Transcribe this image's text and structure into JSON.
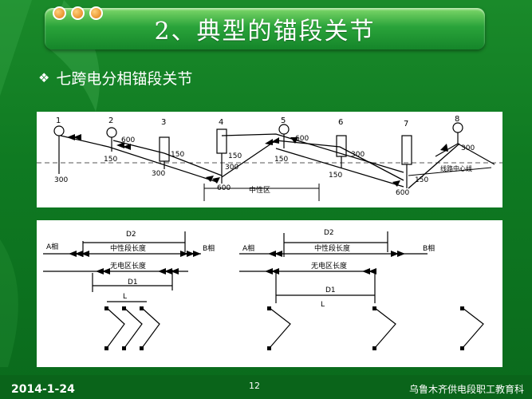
{
  "title": "2、典型的锚段关节",
  "subtitle": "七跨电分相锚段关节",
  "upper": {
    "pole_labels": [
      "1",
      "2",
      "3",
      "4",
      "5",
      "6",
      "7",
      "8"
    ],
    "heights": [
      "600",
      "150",
      "150",
      "300",
      "600",
      "150",
      "300",
      "300",
      "600",
      "150",
      "300",
      "300",
      "150",
      "600",
      "150"
    ],
    "neutral_zone": "中性区",
    "centerline": "线路中心线"
  },
  "lower_left": {
    "phase_a": "A相",
    "phase_b": "B相",
    "d2": "D2",
    "neutral_len": "中性段长度",
    "dead_len": "无电区长度",
    "d1": "D1",
    "l": "L"
  },
  "lower_right": {
    "phase_a": "A相",
    "phase_b": "B相",
    "d2": "D2",
    "neutral_len": "中性段长度",
    "dead_len": "无电区长度",
    "d1": "D1",
    "l": "L"
  },
  "footer": {
    "date": "2014-1-24",
    "page": "12",
    "org": "乌鲁木齐供电段职工教育科"
  }
}
